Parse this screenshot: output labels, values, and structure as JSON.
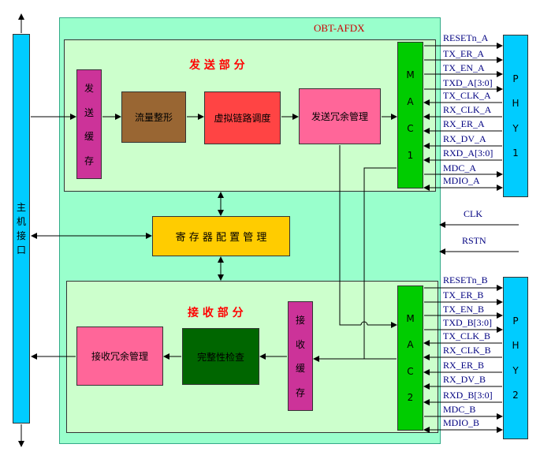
{
  "title": "OBT-AFDX",
  "host": {
    "label": [
      "主",
      "机",
      "接",
      "口"
    ]
  },
  "tx": {
    "section_title": "发 送 部 分",
    "buffer": [
      "发",
      "送",
      "缓",
      "存"
    ],
    "shaping": "流量整形",
    "vl_sched": "虚拟链路调度",
    "redundancy": "发送冗余管理"
  },
  "rx": {
    "section_title": "接 收 部 分",
    "buffer": [
      "接",
      "收",
      "缓",
      "存"
    ],
    "integrity": "完整性检查",
    "redundancy": "接收冗余管理"
  },
  "register": "寄 存 器 配 置 管 理",
  "mac1": [
    "M",
    "A",
    "C",
    "1"
  ],
  "mac2": [
    "M",
    "A",
    "C",
    "2"
  ],
  "phy1": [
    "P",
    "H",
    "Y",
    "1"
  ],
  "phy2": [
    "P",
    "H",
    "Y",
    "2"
  ],
  "signals_a": [
    "RESETn_A",
    "TX_ER_A",
    "TX_EN_A",
    "TXD_A[3:0]",
    "TX_CLK_A",
    "RX_CLK_A",
    "RX_ER_A",
    "RX_DV_A",
    "RXD_A[3:0]",
    "MDC_A",
    "MDIO_A"
  ],
  "signals_b": [
    "RESETn_B",
    "TX_ER_B",
    "TX_EN_B",
    "TXD_B[3:0]",
    "TX_CLK_B",
    "RX_CLK_B",
    "RX_ER_B",
    "RX_DV_B",
    "RXD_B[3:0]",
    "MDC_B",
    "MDIO_B"
  ],
  "clk": "CLK",
  "rstn": "RSTN",
  "colors": {
    "outer": "#99ffcc",
    "section": "#ccffcc",
    "cyan": "#00ccff",
    "mac": "#00cc00",
    "buffer": "#cc3399",
    "shaping": "#996633",
    "vl": "#ff4444",
    "pink": "#ff6699",
    "register": "#ffcc00",
    "integrity": "#006600",
    "title_red": "#ff0000"
  }
}
